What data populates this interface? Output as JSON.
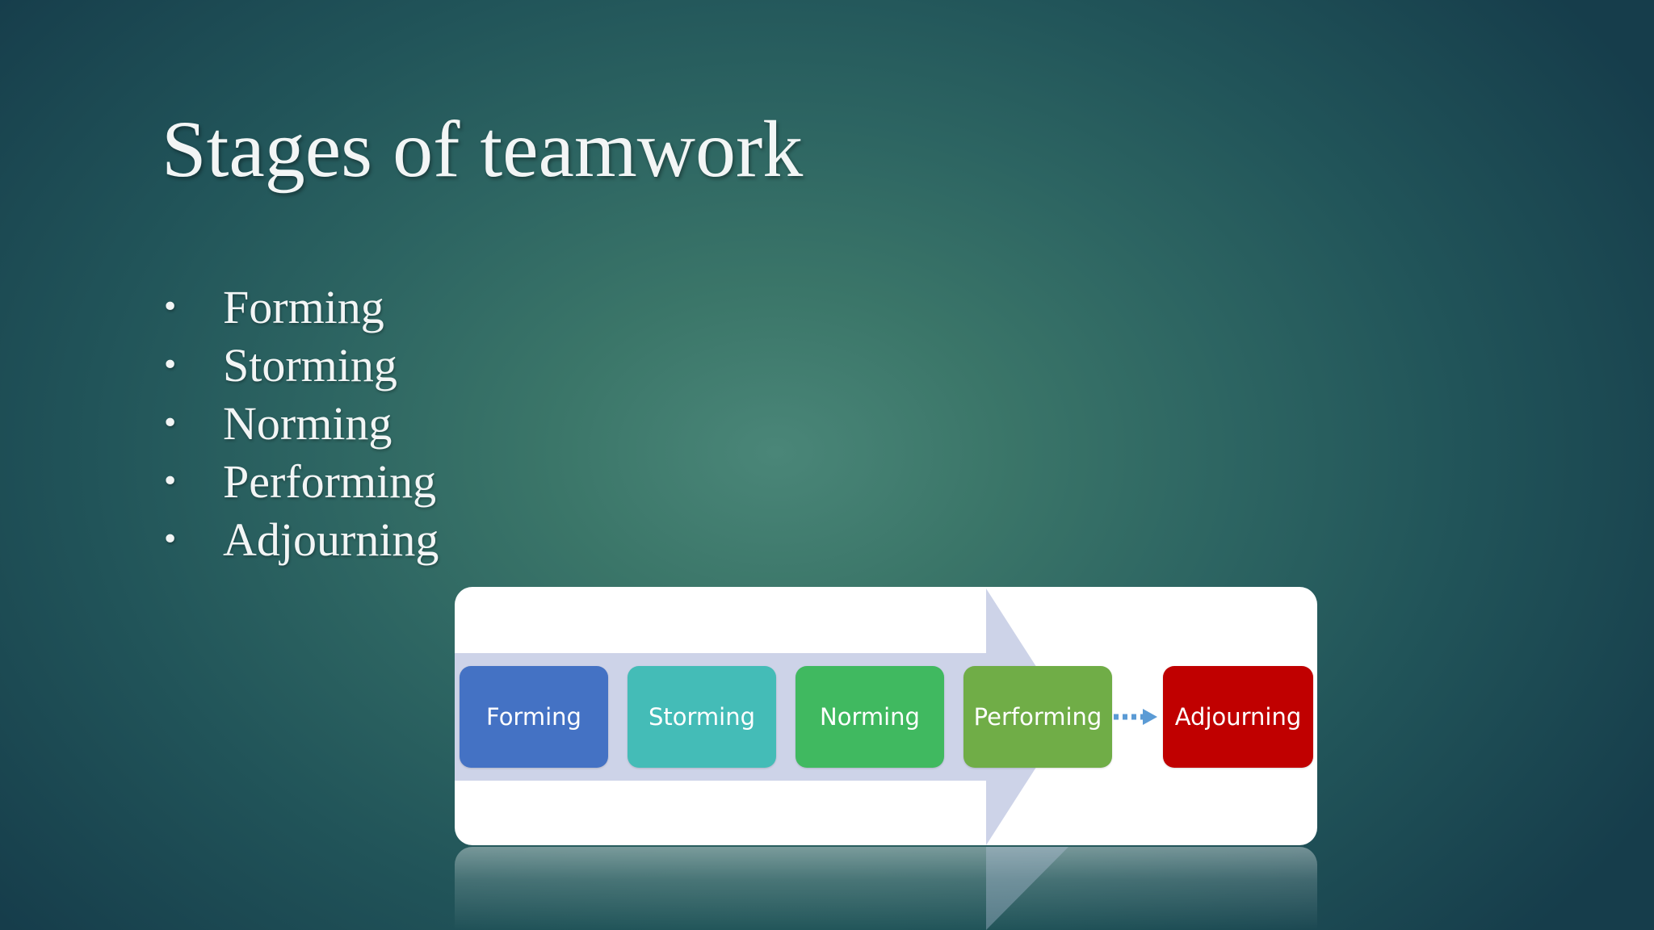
{
  "slide": {
    "title": "Stages of teamwork",
    "bullet_symbol": "•",
    "bullets": [
      "Forming",
      "Storming",
      "Norming",
      "Performing",
      "Adjourning"
    ]
  },
  "diagram": {
    "stages": [
      {
        "label": "Forming",
        "color": "#4472c4"
      },
      {
        "label": "Storming",
        "color": "#44bcb7"
      },
      {
        "label": "Norming",
        "color": "#40b960"
      },
      {
        "label": "Performing",
        "color": "#70ad47"
      },
      {
        "label": "Adjourning",
        "color": "#c00000"
      }
    ],
    "arrow_color": "#cdd3e8",
    "connector_color": "#5b9bd5",
    "connector_style": "dotted-arrow"
  }
}
